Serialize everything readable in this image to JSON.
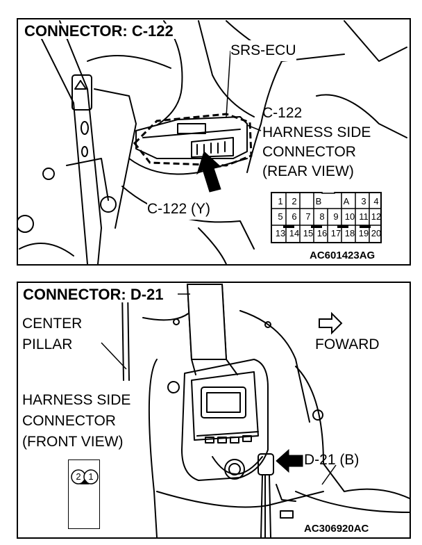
{
  "panel1": {
    "title": "CONNECTOR: C-122",
    "labels": {
      "ecu": "SRS-ECU",
      "connector_line1": "C-122",
      "connector_line2": "HARNESS SIDE",
      "connector_line3": "CONNECTOR",
      "connector_line4": "(REAR VIEW)",
      "plug": "C-122 (Y)"
    },
    "connector_face": {
      "group_labels": [
        "B",
        "A"
      ],
      "top_row": [
        "1",
        "2",
        "",
        "",
        "",
        "",
        "",
        "",
        "3",
        "4"
      ],
      "row2": [
        "5",
        "6",
        "7",
        "8",
        "9",
        "10",
        "11",
        "12"
      ],
      "row3": [
        "13",
        "14",
        "15",
        "16",
        "17",
        "18",
        "19",
        "20"
      ]
    },
    "code": "AC601423AG"
  },
  "panel2": {
    "title": "CONNECTOR: D-21",
    "labels": {
      "pillar_line1": "CENTER",
      "pillar_line2": "PILLAR",
      "forward": "FOWARD",
      "harness_line1": "HARNESS SIDE",
      "harness_line2": "CONNECTOR",
      "harness_line3": "(FRONT VIEW)",
      "plug": "D-21 (B)"
    },
    "connector_face": {
      "pins": [
        "2",
        "1"
      ]
    },
    "code": "AC306920AC"
  }
}
